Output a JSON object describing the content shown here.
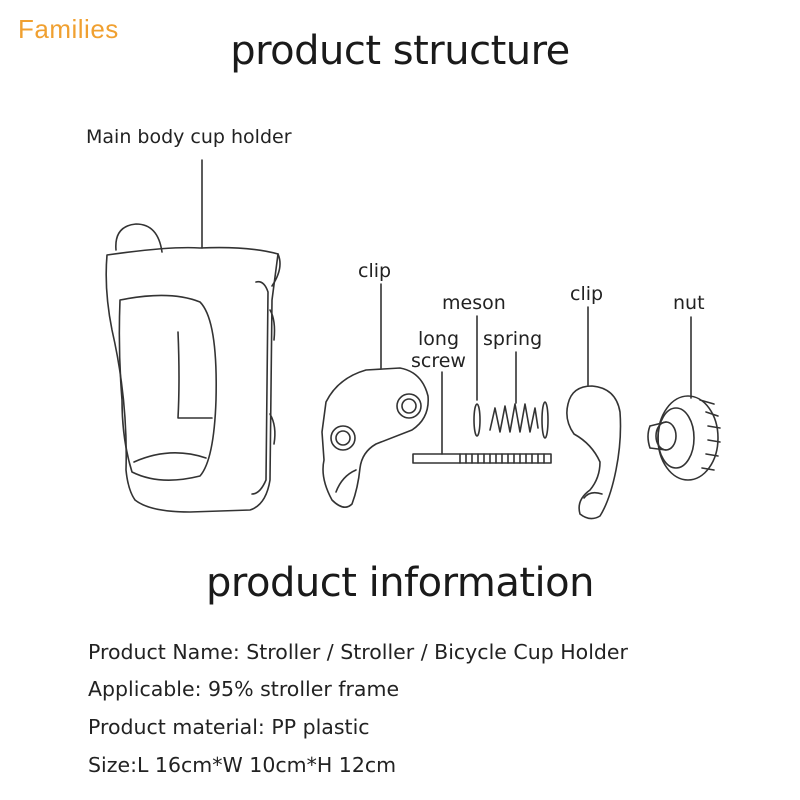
{
  "watermark": "Families",
  "structure_title": "product structure",
  "labels": {
    "main_body": "Main body cup holder",
    "clip_left": "clip",
    "meson": "meson",
    "long_screw_1": "long",
    "long_screw_2": "screw",
    "spring": "spring",
    "clip_right": "clip",
    "nut": "nut"
  },
  "info_title": "product information",
  "info": [
    "Product Name: Stroller / Stroller / Bicycle Cup Holder",
    "Applicable: 95% stroller frame",
    "Product material: PP plastic",
    "Size:L 16cm*W 10cm*H 12cm"
  ],
  "colors": {
    "watermark": "#f0a030",
    "line": "#333333"
  }
}
